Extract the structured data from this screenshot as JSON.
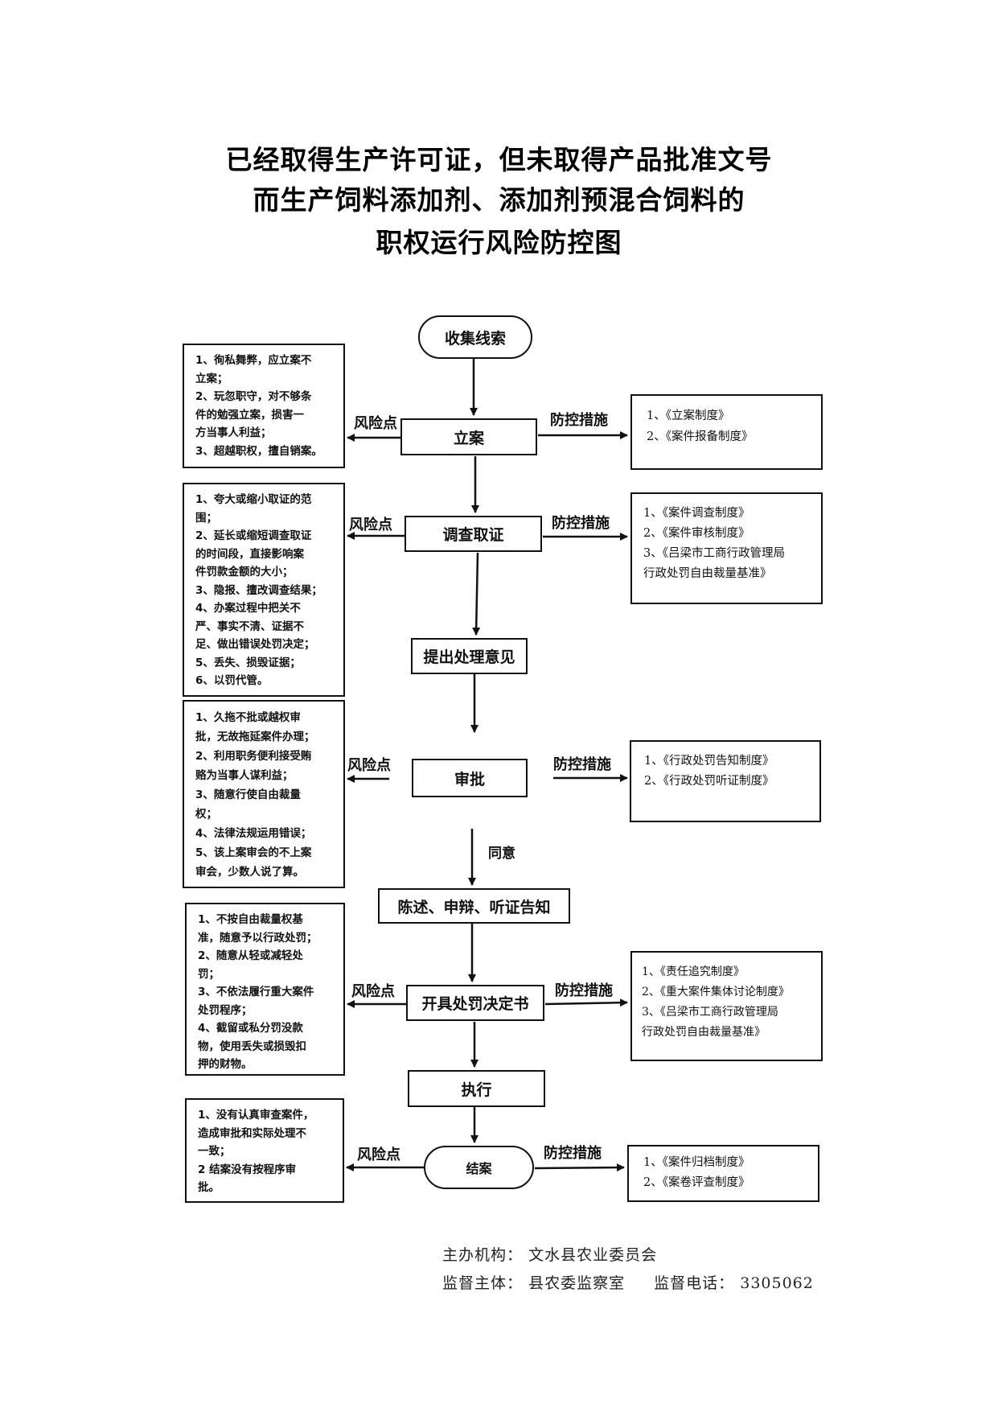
{
  "title": {
    "lines": [
      "已经取得生产许可证，但未取得产品批准文号",
      "而生产饲料添加剂、添加剂预混合饲料的",
      "职权运行风险防控图"
    ]
  },
  "labels": {
    "risk_point": "风险点",
    "control_measure": "防控措施",
    "agree": "同意"
  },
  "flow": {
    "start": "收集线索",
    "steps": [
      "立案",
      "调查取证",
      "提出处理意见",
      "审批",
      "陈述、申辩、听证告知",
      "开具处罚决定书",
      "执行"
    ],
    "end": "结案"
  },
  "risk_boxes": [
    {
      "step": "立案",
      "lines": [
        "1、徇私舞弊，应立案不",
        "立案；",
        "2、玩忽职守，对不够条",
        "件的勉强立案，损害一",
        "方当事人利益；",
        "3、超越职权，擅自销案。"
      ]
    },
    {
      "step": "调查取证",
      "lines": [
        "1、夸大或缩小取证的范",
        "围；",
        "2、延长或缩短调查取证",
        "的时间段，直接影响案",
        "件罚款金额的大小；",
        "3、隐报、擅改调查结果；",
        "4、办案过程中把关不",
        "严、事实不清、证据不",
        "足、做出错误处罚决定；",
        "5、丢失、损毁证据；",
        "6、以罚代管。"
      ]
    },
    {
      "step": "审批",
      "lines": [
        "1、久拖不批或越权审",
        "批，无故拖延案件办理；",
        "2、利用职务便利接受贿",
        "赂为当事人谋利益；",
        "3、随意行使自由裁量",
        "权；",
        "4、法律法规运用错误；",
        "5、该上案审会的不上案",
        "审会，少数人说了算。"
      ]
    },
    {
      "step": "开具处罚决定书",
      "lines": [
        "1、不按自由裁量权基",
        "准，随意予以行政处罚；",
        "2、随意从轻或减轻处",
        "罚；",
        "3、不依法履行重大案件",
        "处罚程序；",
        "4、截留或私分罚没款",
        "物，使用丢失或损毁扣",
        "押的财物。"
      ]
    },
    {
      "step": "结案",
      "lines": [
        "1、没有认真审查案件，",
        "造成审批和实际处理不",
        "一致；",
        "2  结案没有按程序审",
        "批。"
      ]
    }
  ],
  "control_boxes": [
    {
      "step": "立案",
      "lines": [
        "1、《立案制度》",
        "2、《案件报备制度》"
      ]
    },
    {
      "step": "调查取证",
      "lines": [
        "1、《案件调查制度》",
        "2、《案件审核制度》",
        "3、《吕梁市工商行政管理局",
        "行政处罚自由裁量基准》"
      ]
    },
    {
      "step": "审批",
      "lines": [
        "1、《行政处罚告知制度》",
        "2、《行政处罚听证制度》"
      ]
    },
    {
      "step": "开具处罚决定书",
      "lines": [
        "1、《责任追究制度》",
        "2、《重大案件集体讨论制度》",
        "3、《吕梁市工商行政管理局",
        "行政处罚自由裁量基准》"
      ]
    },
    {
      "step": "结案",
      "lines": [
        "1、《案件归档制度》",
        "2、《案卷评查制度》"
      ]
    }
  ],
  "footer": {
    "organizer_label": "主办机构：",
    "organizer": "文水县农业委员会",
    "supervisor_label": "监督主体：",
    "supervisor": "县农委监察室",
    "phone_label": "监督电话：",
    "phone": "3305062"
  }
}
